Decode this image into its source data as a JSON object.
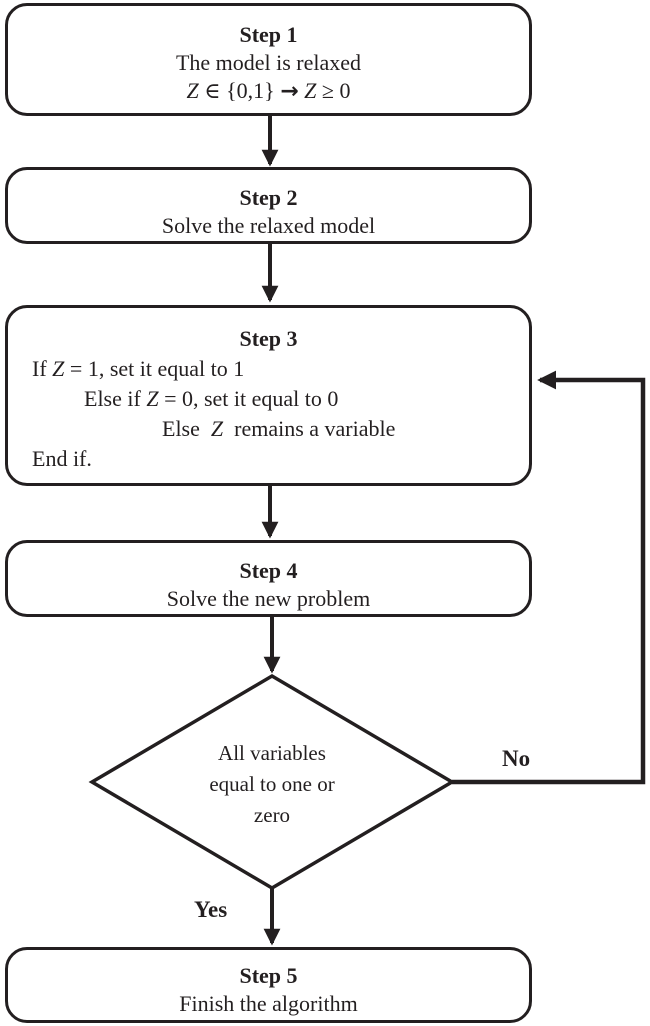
{
  "flowchart": {
    "ink_color": "#231f20",
    "background_color": "#ffffff",
    "steps": [
      {
        "title": "Step 1",
        "line": "The model is relaxed",
        "math": {
          "z1": "Z",
          "element_of": " ∈ {0,1} ",
          "arrow": "→",
          "z2": " Z",
          "rest": " ≥ 0"
        }
      },
      {
        "title": "Step 2",
        "line": "Solve the relaxed model"
      },
      {
        "title": "Step 3",
        "lines": [
          {
            "pre": "If ",
            "var": "Z",
            "post": " = 1, set it equal to 1"
          },
          {
            "pre": "Else if ",
            "var": "Z",
            "post": " = 0, set it equal to 0"
          },
          {
            "pre": "Else  ",
            "var": "Z",
            "post": "  remains a variable"
          },
          {
            "pre": "End if.",
            "var": "",
            "post": ""
          }
        ]
      },
      {
        "title": "Step 4",
        "line": "Solve the new problem"
      },
      {
        "title": "Step 5",
        "line": "Finish the algorithm"
      }
    ],
    "decision": {
      "lines": [
        "All variables",
        "equal to one or",
        "zero"
      ],
      "yes_label": "Yes",
      "no_label": "No"
    }
  }
}
